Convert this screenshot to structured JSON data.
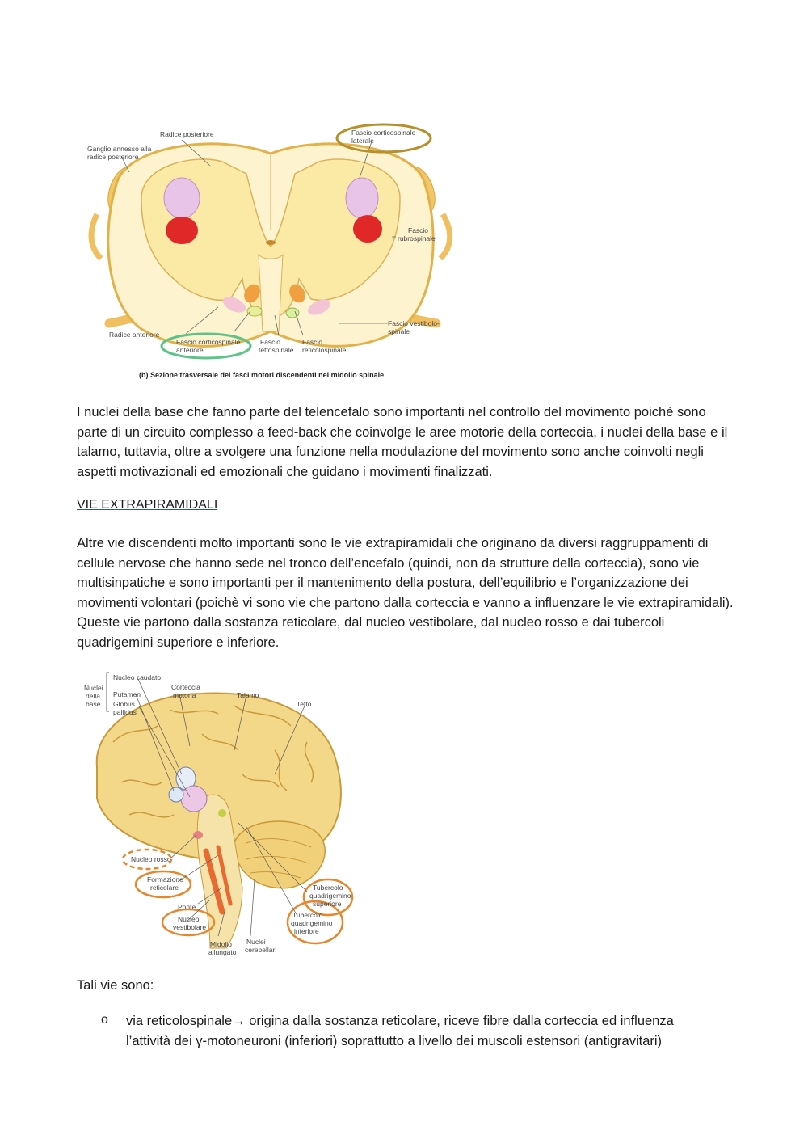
{
  "figure1": {
    "labels": {
      "radice_posteriore": "Radice posteriore",
      "ganglio_1": "Ganglio annesso alla",
      "ganglio_2": "radice posteriore",
      "cortico_lat_1": "Fascio corticospinale",
      "cortico_lat_2": "laterale",
      "rubro_1": "Fascio",
      "rubro_2": "rubrospinale",
      "vest_1": "Fascio vestibolo-",
      "vest_2": "spinale",
      "radice_anteriore": "Radice anteriore",
      "cortico_ant_1": "Fascio corticospinale",
      "cortico_ant_2": "anteriore",
      "tetto_1": "Fascio",
      "tetto_2": "tettospinale",
      "retic_1": "Fascio",
      "retic_2": "reticolospinale"
    },
    "caption": "(b) Sezione trasversale dei fasci motori discendenti nel midollo spinale"
  },
  "paragraph1": "I nuclei della base che fanno parte del telencefalo sono importanti nel controllo del movimento poichè sono parte di un circuito complesso a feed-back che coinvolge le aree motorie della corteccia, i nuclei della base e il talamo, tuttavia, oltre a svolgere una funzione nella modulazione del movimento sono anche coinvolti negli aspetti motivazionali ed emozionali che guidano i movimenti finalizzati.",
  "heading": "VIE EXTRAPIRAMIDALI",
  "paragraph2": "Altre vie discendenti molto importanti sono le vie extrapiramidali che originano da diversi raggruppamenti di cellule nervose che hanno sede nel tronco dell’encefalo (quindi, non da strutture della corteccia), sono vie multisinpatiche e sono importanti per il mantenimento della postura, dell’equilibrio e l’organizzazione dei movimenti volontari (poichè vi sono vie che partono dalla corteccia e vanno a influenzare le vie extrapiramidali). Queste vie partono dalla sostanza reticolare, dal nucleo vestibolare, dal nucleo rosso e dai tubercoli quadrigemini superiore e inferiore.",
  "figure2": {
    "labels": {
      "nuclei_1": "Nuclei",
      "nuclei_2": "della",
      "nuclei_3": "base",
      "caudato": "Nucleo caudato",
      "putamen": "Putamen",
      "globus_1": "Globus",
      "globus_2": "pallidus",
      "corteccia_1": "Corteccia",
      "corteccia_2": "motoria",
      "talamo": "Talamo",
      "tetto": "Tetto",
      "rosso": "Nucleo rosso",
      "formazione_1": "Formazione",
      "formazione_2": "reticolare",
      "ponte": "Ponte",
      "vestib_1": "Nucleo",
      "vestib_2": "vestibolare",
      "midollo_1": "Midollo",
      "midollo_2": "allungato",
      "cerebellari_1": "Nuclei",
      "cerebellari_2": "cerebellari",
      "tub_sup_1": "Tubercolo",
      "tub_sup_2": "quadrigemino",
      "tub_sup_3": "superiore",
      "tub_inf_1": "Tubercolo",
      "tub_inf_2": "quadrigemino",
      "tub_inf_3": "inferiore"
    }
  },
  "paragraph3": "Tali vie sono:",
  "bullet": {
    "marker": "o",
    "text": "via reticolospinale→ origina dalla sostanza reticolare, riceve fibre dalla corteccia ed influenza l’attività dei γ-motoneuroni (inferiori) soprattutto a livello dei muscoli estensori (antigravitari)"
  }
}
